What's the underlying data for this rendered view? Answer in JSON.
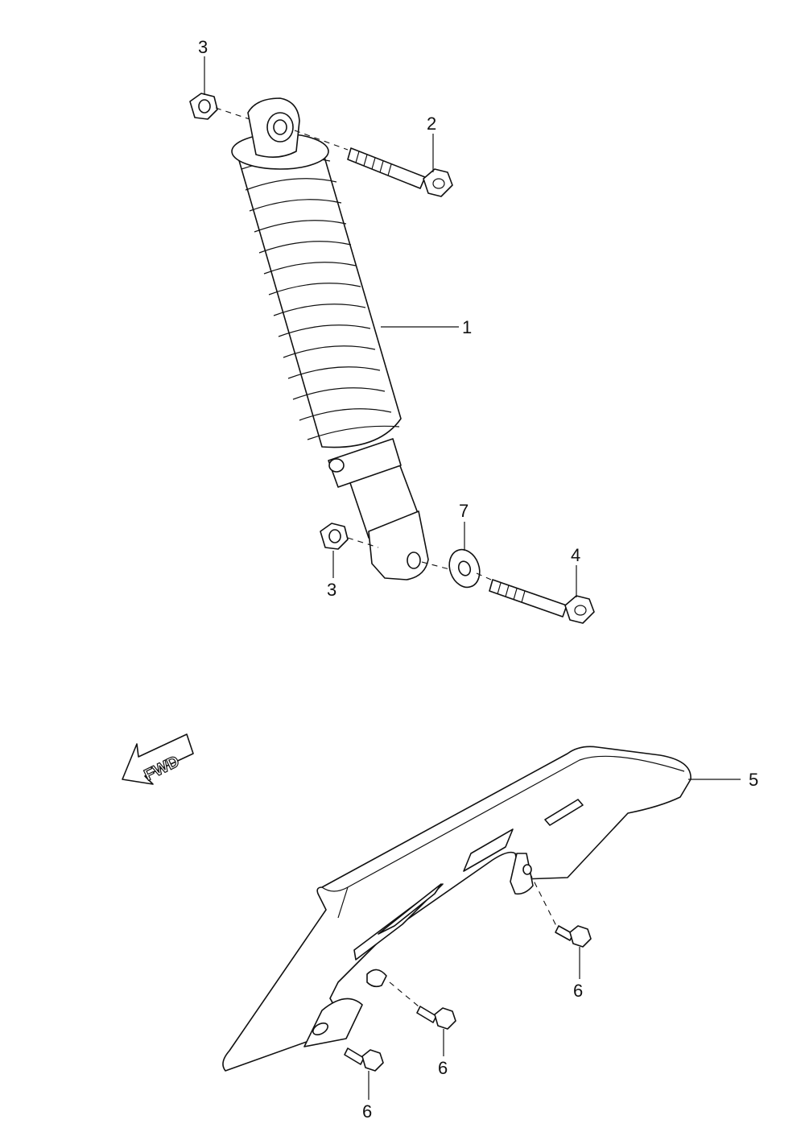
{
  "callouts": {
    "shock_absorber": "1",
    "upper_bolt": "2",
    "upper_nut": "3",
    "lower_nut": "3",
    "lower_bolt": "4",
    "chain_guard": "5",
    "guard_bolt_right": "6",
    "guard_bolt_middle": "6",
    "guard_bolt_left": "6",
    "washer": "7"
  },
  "direction_arrow": {
    "label": "FWD",
    "icon": "fwd-arrow-icon"
  },
  "colors": {
    "line": "#111111",
    "background": "#ffffff"
  }
}
